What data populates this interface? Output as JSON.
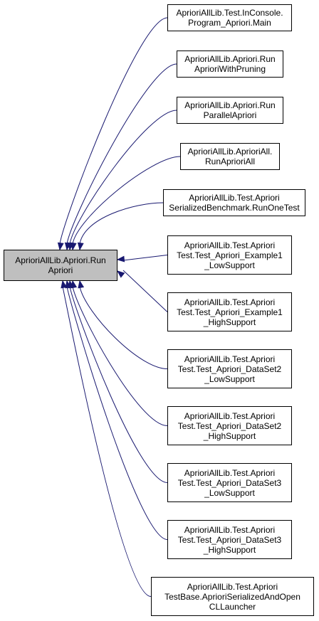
{
  "focus": {
    "lines": [
      "AprioriAllLib.Apriori.Run",
      "Apriori"
    ]
  },
  "callers": [
    {
      "id": "main",
      "lines": [
        "AprioriAllLib.Test.InConsole.",
        "Program_Apriori.Main"
      ]
    },
    {
      "id": "pruning",
      "lines": [
        "AprioriAllLib.Apriori.Run",
        "AprioriWithPruning"
      ]
    },
    {
      "id": "parallel",
      "lines": [
        "AprioriAllLib.Apriori.Run",
        "ParallelApriori"
      ]
    },
    {
      "id": "aprioriall",
      "lines": [
        "AprioriAllLib.AprioriAll.",
        "RunAprioriAll"
      ]
    },
    {
      "id": "benchmark",
      "lines": [
        "AprioriAllLib.Test.Apriori",
        "SerializedBenchmark.RunOneTest"
      ]
    },
    {
      "id": "ex1-low",
      "lines": [
        "AprioriAllLib.Test.Apriori",
        "Test.Test_Apriori_Example1",
        "_LowSupport"
      ]
    },
    {
      "id": "ex1-high",
      "lines": [
        "AprioriAllLib.Test.Apriori",
        "Test.Test_Apriori_Example1",
        "_HighSupport"
      ]
    },
    {
      "id": "ds2-low",
      "lines": [
        "AprioriAllLib.Test.Apriori",
        "Test.Test_Apriori_DataSet2",
        "_LowSupport"
      ]
    },
    {
      "id": "ds2-high",
      "lines": [
        "AprioriAllLib.Test.Apriori",
        "Test.Test_Apriori_DataSet2",
        "_HighSupport"
      ]
    },
    {
      "id": "ds3-low",
      "lines": [
        "AprioriAllLib.Test.Apriori",
        "Test.Test_Apriori_DataSet3",
        "_LowSupport"
      ]
    },
    {
      "id": "ds3-high",
      "lines": [
        "AprioriAllLib.Test.Apriori",
        "Test.Test_Apriori_DataSet3",
        "_HighSupport"
      ]
    },
    {
      "id": "opencl",
      "lines": [
        "AprioriAllLib.Test.Apriori",
        "TestBase.AprioriSerializedAndOpen",
        "CLLauncher"
      ]
    }
  ],
  "colors": {
    "edge": "#191970",
    "focus_fill": "#bfbfbf",
    "node_fill": "#ffffff",
    "border": "#000000"
  }
}
